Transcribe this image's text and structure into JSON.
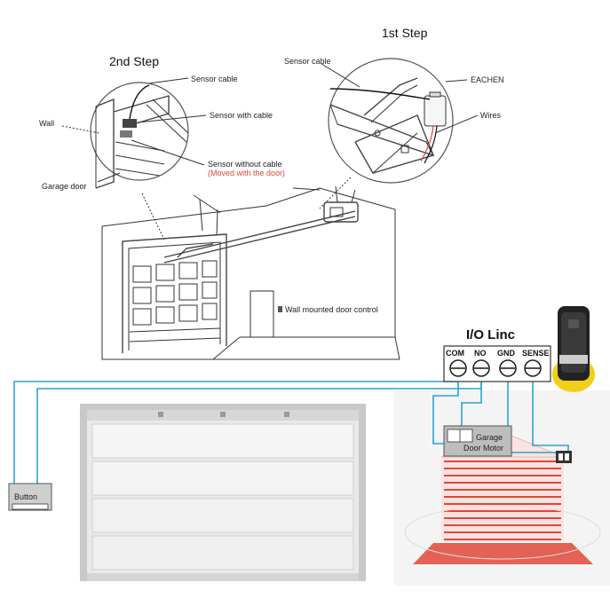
{
  "step1": {
    "title": "1st Step",
    "labels": {
      "sensor_cable": "Sensor cable",
      "eachen": "EACHEN",
      "wires": "Wires"
    }
  },
  "step2": {
    "title": "2nd Step",
    "labels": {
      "sensor_cable": "Sensor cable",
      "wall": "Wall",
      "sensor_with_cable": "Sensor with cable",
      "garage_door": "Garage door",
      "sensor_without_cable": "Sensor without cable",
      "moved_with_door": "(Moved with the door)"
    }
  },
  "main": {
    "wall_control": "Wall mounted door control"
  },
  "wiring": {
    "module_title": "I/O Linc",
    "terminals": [
      "COM",
      "NO",
      "GND",
      "SENSE"
    ],
    "button": "Button",
    "motor_line1": "Garage",
    "motor_line2": "Door Motor"
  },
  "colors": {
    "wire": "#29a3d0",
    "accent_red": "#e0463a",
    "yellow": "#f2cf1a"
  }
}
